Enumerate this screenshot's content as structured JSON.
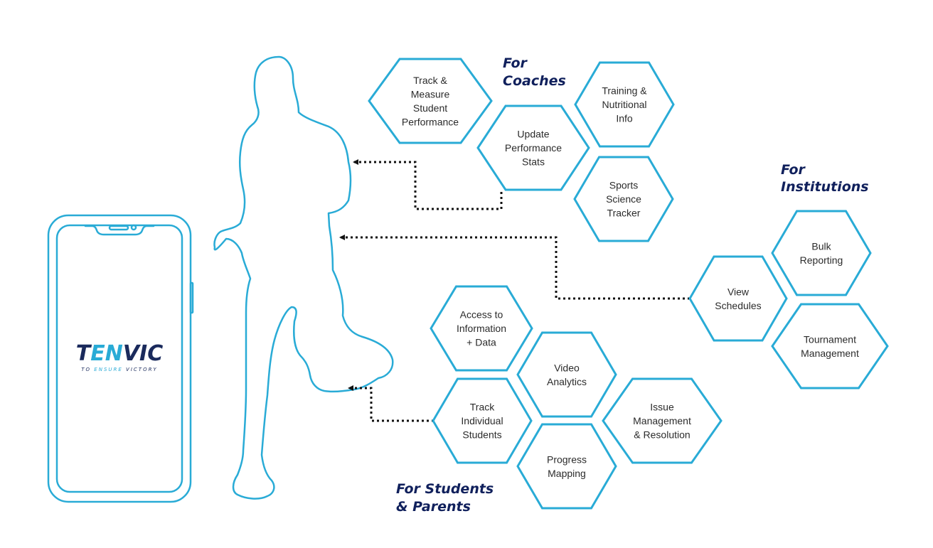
{
  "logo": {
    "part1": "T",
    "part2": "EN",
    "part3": "VIC"
  },
  "tagline": {
    "part1": "TO",
    "part2": "ENSURE",
    "part3": "VICTORY"
  },
  "groups": {
    "coaches": [
      "For",
      "Coaches"
    ],
    "institutions": [
      "For",
      "Institutions"
    ],
    "students": [
      "For Students",
      "& Parents"
    ]
  },
  "hexes": [
    {
      "id": "track-measure",
      "lines": [
        "Track &",
        "Measure",
        "Student",
        "Performance"
      ]
    },
    {
      "id": "update-performance",
      "lines": [
        "Update",
        "Performance",
        "Stats"
      ]
    },
    {
      "id": "training-nutritional",
      "lines": [
        "Training &",
        "Nutritional",
        "Info"
      ]
    },
    {
      "id": "sports-science",
      "lines": [
        "Sports",
        "Science",
        "Tracker"
      ]
    },
    {
      "id": "bulk-reporting",
      "lines": [
        "Bulk",
        "Reporting"
      ]
    },
    {
      "id": "view-schedules",
      "lines": [
        "View",
        "Schedules"
      ]
    },
    {
      "id": "tournament-management",
      "lines": [
        "Tournament",
        "Management"
      ]
    },
    {
      "id": "access-information",
      "lines": [
        "Access to",
        "Information",
        "+ Data"
      ]
    },
    {
      "id": "video-analytics",
      "lines": [
        "Video",
        "Analytics"
      ]
    },
    {
      "id": "track-individual",
      "lines": [
        "Track",
        "Individual",
        "Students"
      ]
    },
    {
      "id": "issue-management",
      "lines": [
        "Issue",
        "Management",
        "& Resolution"
      ]
    },
    {
      "id": "progress-mapping",
      "lines": [
        "Progress",
        "Mapping"
      ]
    }
  ],
  "colors": {
    "accent": "#29abd6",
    "title": "#10205c",
    "text": "#2b2b2b",
    "connector": "#111111"
  }
}
